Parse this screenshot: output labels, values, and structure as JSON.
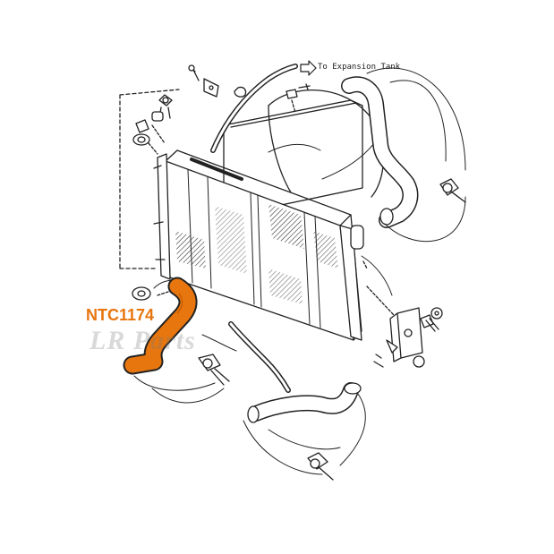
{
  "labels": {
    "part_number": "NTC1174",
    "expansion_tank": "To Expansion Tank",
    "watermark": "LR Parts"
  },
  "colors": {
    "highlight": "#e8760f",
    "line": "#222222",
    "background": "#ffffff"
  },
  "icons": {
    "arrow": "right-arrow-outline-icon"
  }
}
